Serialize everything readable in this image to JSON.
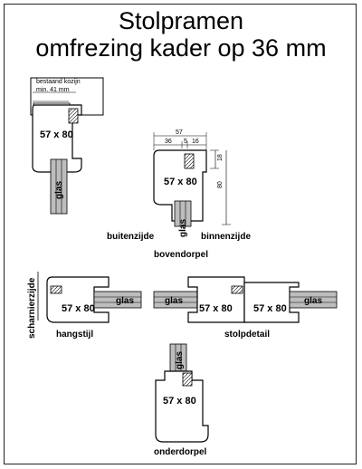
{
  "title": {
    "line1": "Stolpramen",
    "line2": "omfrezing kader op 36 mm"
  },
  "labels": {
    "existing_frame": "bestaand kozijn",
    "min_width": "min. 41 mm",
    "dim_36": "36",
    "dim_57": "57",
    "dim_5": "5",
    "dim_16": "16",
    "dim_18": "18",
    "dim_80": "80",
    "profile": "57 x 80",
    "glass": "glas",
    "outside": "buitenzijde",
    "inside": "binnenzijde",
    "top_rail": "bovendorpel",
    "hinge_side": "scharnierzijde",
    "hinge_stile": "hangstijl",
    "meeting_stile": "stolpdetail",
    "bottom_rail": "onderdorpel"
  },
  "colors": {
    "line": "#000000",
    "glass_fill": "#bdbdbd",
    "background": "#ffffff"
  }
}
